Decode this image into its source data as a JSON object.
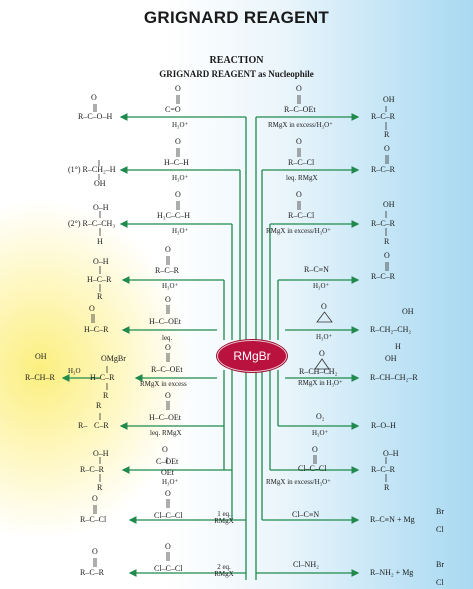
{
  "title": "GRIGNARD REAGENT",
  "subtitle": "REACTION",
  "subheading": "GRIGNARD REAGENT as Nucleophile",
  "center_label": "RMgBr",
  "left_branches": [
    {
      "reagent": "C=O",
      "condition": "H₃O⁺",
      "product": "R–C–O–H"
    },
    {
      "reagent": "H–C–H",
      "condition": "H₃O⁺",
      "product": "(1°) R–CH₂–H"
    },
    {
      "reagent": "H₃C–C–H",
      "condition": "H₃O⁺",
      "product": "(2°) R–C–CH₃"
    },
    {
      "reagent": "R–C–R",
      "condition": "H₃O⁺",
      "product": "H–C–R"
    },
    {
      "reagent": "H–C–OEt",
      "condition": "leq.",
      "product": "H–C–R"
    },
    {
      "reagent": "R–C–OEt",
      "condition": "RMgX in excess",
      "product": "H–C–R",
      "product_label": "OMgBr",
      "extra_condition": "H₃O",
      "extra_product": "R–CH–R",
      "extra_product_label": "OH"
    },
    {
      "reagent": "H–C–OEt",
      "condition": "leq. RMgX",
      "product": "C–R"
    },
    {
      "reagent": "C–OEt",
      "condition": "H₃O⁺",
      "product": "R–C–R",
      "reagent_label": "OEt"
    },
    {
      "reagent": "Cl–C–Cl",
      "condition": "1 eq. RMgX",
      "product": "R–C–Cl"
    },
    {
      "reagent": "Cl–C–Cl",
      "condition": "2 eq. RMgX",
      "product": "R–C–R"
    }
  ],
  "right_branches": [
    {
      "reagent": "R–C–OEt",
      "condition": "RMgX in excess/H₃O⁺",
      "product": "R–C–R",
      "product_label": "OH"
    },
    {
      "reagent": "R–C–Cl",
      "condition": "leq. RMgX",
      "product": "R–C–R"
    },
    {
      "reagent": "R–C–Cl",
      "condition": "RMgX in excess/H₃O⁺",
      "product": "R–C–R",
      "product_label": "OH"
    },
    {
      "reagent": "R–C≡N",
      "condition": "H₃O⁺",
      "product": "R–C–R"
    },
    {
      "reagent": "",
      "condition": "H₃O⁺",
      "product": "R–CH₂–CH₂",
      "product_label": "OH"
    },
    {
      "reagent": "R–CH–CH₂",
      "condition": "RMgX in H₃O⁺",
      "product": "R–CH–CH₂–R",
      "product_label": "OH"
    },
    {
      "reagent": "O₂",
      "condition": "H₃O⁺",
      "product": "R–O–H"
    },
    {
      "reagent": "Cl–C–Cl",
      "condition": "RMgX in excess/H₃O⁺",
      "product": "R–C–R",
      "product_label": "O–H"
    },
    {
      "reagent": "Cl–C≡N",
      "condition": "",
      "product": "R–C≡N + Mg",
      "product_sub1": "Br",
      "product_sub2": "Cl"
    },
    {
      "reagent": "Cl–NH₂",
      "condition": "",
      "product": "R–NH₂ + Mg",
      "product_sub1": "Br",
      "product_sub2": "Cl"
    }
  ],
  "colors": {
    "arrow": "#1f8a4c",
    "center": "#b9123f",
    "title": "#111111"
  }
}
